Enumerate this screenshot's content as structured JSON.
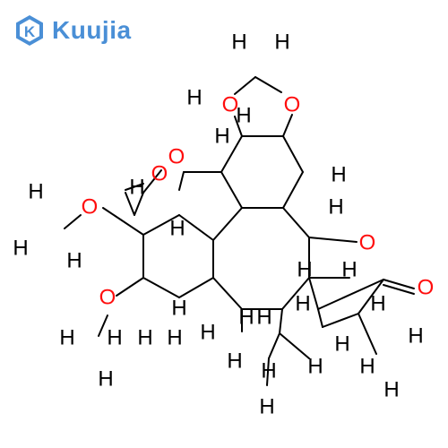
{
  "logo": {
    "text": "Kuujia",
    "symbol": "K",
    "color": "#4a8fd6"
  },
  "colors": {
    "bond": "#000000",
    "oxygen": "#ff0d0d",
    "hydrogen": "#000000"
  },
  "atoms": {
    "oxygen": {
      "symbol": "O",
      "color": "#ff0d0d"
    },
    "hydrogen": {
      "symbol": "H",
      "color": "#000000"
    }
  }
}
